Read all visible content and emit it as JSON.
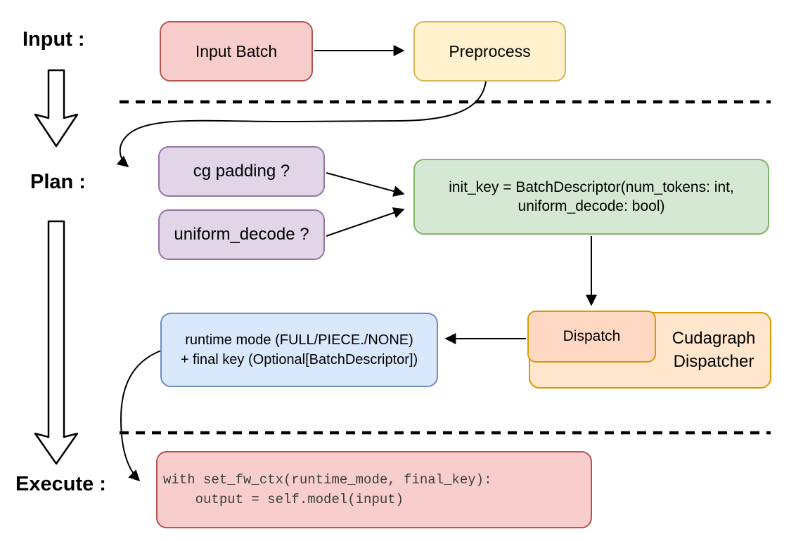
{
  "stage_labels": {
    "input": "Input :",
    "plan": "Plan :",
    "execute": "Execute :"
  },
  "nodes": {
    "input_batch": {
      "label": "Input Batch"
    },
    "preprocess": {
      "label": "Preprocess"
    },
    "cg_padding": {
      "label": "cg padding ?"
    },
    "uniform_decode": {
      "label": "uniform_decode ?"
    },
    "init_key": {
      "line1": "init_key = BatchDescriptor(num_tokens: int,",
      "line2": "uniform_decode: bool)"
    },
    "dispatch": {
      "label": "Dispatch"
    },
    "cudagraph_dispatcher": {
      "line1": "Cudagraph",
      "line2": "Dispatcher"
    },
    "runtime_mode": {
      "line1": "runtime mode (FULL/PIECE./NONE)",
      "line2": "+ final key (Optional[BatchDescriptor])"
    },
    "execute_code": {
      "line1": "with set_fw_ctx(runtime_mode, final_key):",
      "line2": "    output = self.model(input)"
    }
  },
  "colors": {
    "red_fill": "#f8cecc",
    "red_stroke": "#b85450",
    "yellow_fill": "#fff2cc",
    "yellow_stroke": "#d6b656",
    "purple_fill": "#e1d5e7",
    "purple_stroke": "#9673a6",
    "green_fill": "#d5e8d4",
    "green_stroke": "#82b366",
    "blue_fill": "#dae8fc",
    "blue_stroke": "#6c8ebf",
    "orange_fill": "#ffe6cc",
    "orange_inner_fill": "#ffd8c4",
    "orange_stroke": "#d79b00",
    "arrow_color": "#000000",
    "code_text_color": "#3d3d3d"
  }
}
